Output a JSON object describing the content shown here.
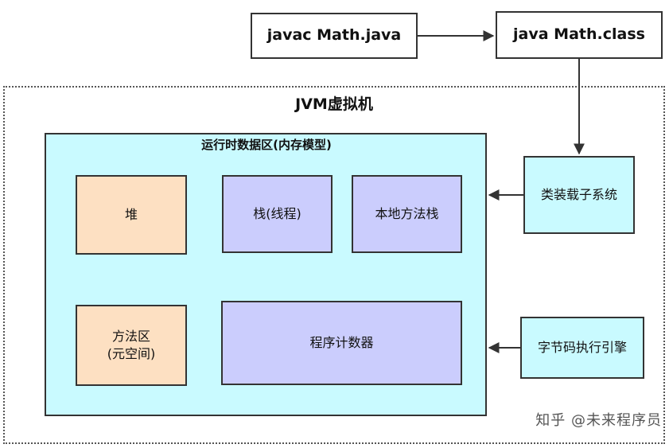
{
  "diagram": {
    "compile_box": "javac Math.java",
    "run_box": "java Math.class",
    "jvm_label": "JVM虚拟机",
    "runtime_area": {
      "title": "运行时数据区(内存模型)",
      "heap": "堆",
      "stack": "栈(线程)",
      "native_stack": "本地方法栈",
      "method_area_line1": "方法区",
      "method_area_line2": "(元空间)",
      "program_counter": "程序计数器"
    },
    "class_loader": "类装载子系统",
    "execution_engine": "字节码执行引擎",
    "watermark": "知乎 @未来程序员"
  }
}
